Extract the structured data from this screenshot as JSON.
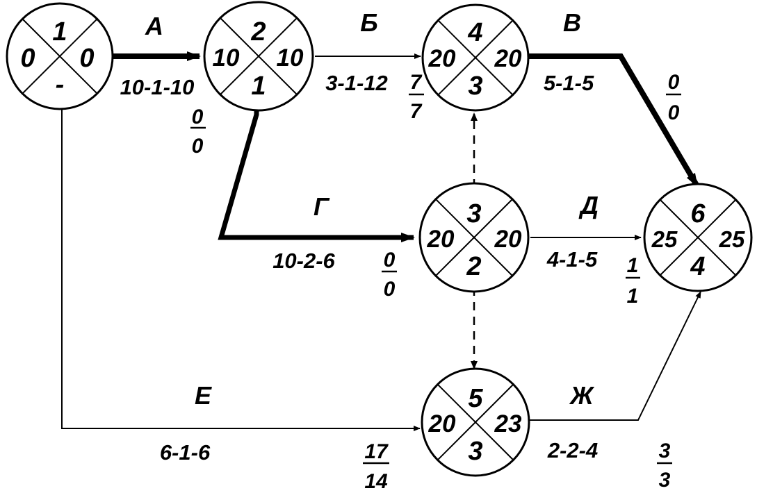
{
  "nodes": [
    {
      "id": "1",
      "top": "1",
      "left": "0",
      "right": "0",
      "bottom": "-"
    },
    {
      "id": "2",
      "top": "2",
      "left": "10",
      "right": "10",
      "bottom": "1"
    },
    {
      "id": "3",
      "top": "4",
      "left": "20",
      "right": "20",
      "bottom": "3"
    },
    {
      "id": "4",
      "top": "3",
      "left": "20",
      "right": "20",
      "bottom": "2"
    },
    {
      "id": "5",
      "top": "6",
      "left": "25",
      "right": "25",
      "bottom": "4"
    },
    {
      "id": "6",
      "top": "5",
      "left": "20",
      "right": "23",
      "bottom": "3"
    }
  ],
  "edges": [
    {
      "id": "A",
      "name": "А",
      "params": "10-1-10",
      "reserve_top": "0",
      "reserve_bottom": "0",
      "critical": true
    },
    {
      "id": "B",
      "name": "Б",
      "params": "3-1-12",
      "reserve_top": "7",
      "reserve_bottom": "7",
      "critical": false
    },
    {
      "id": "V",
      "name": "В",
      "params": "5-1-5",
      "reserve_top": "0",
      "reserve_bottom": "0",
      "critical": true
    },
    {
      "id": "G",
      "name": "Г",
      "params": "10-2-6",
      "reserve_top": "0",
      "reserve_bottom": "0",
      "critical": true
    },
    {
      "id": "D",
      "name": "Д",
      "params": "4-1-5",
      "reserve_top": "1",
      "reserve_bottom": "1",
      "critical": false
    },
    {
      "id": "E",
      "name": "Е",
      "params": "6-1-6",
      "reserve_top": "17",
      "reserve_bottom": "14",
      "critical": false
    },
    {
      "id": "ZH",
      "name": "Ж",
      "params": "2-2-4",
      "reserve_top": "3",
      "reserve_bottom": "3",
      "critical": false
    }
  ]
}
